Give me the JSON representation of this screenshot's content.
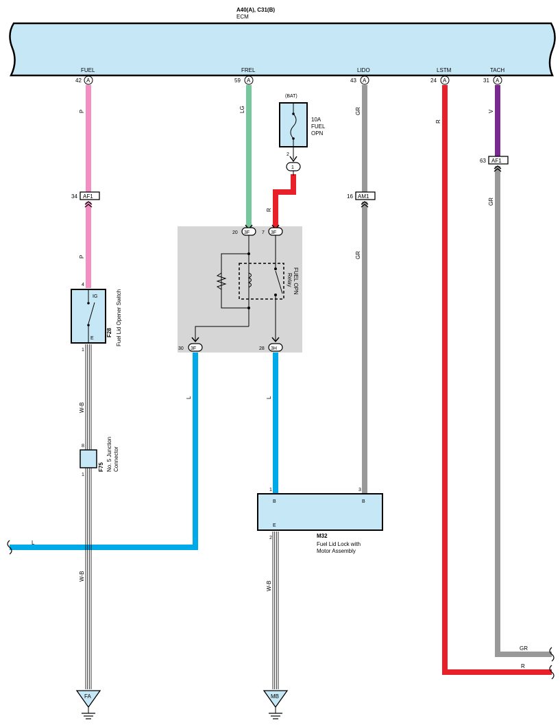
{
  "ecm": {
    "ref": "A40(A), C31(B)",
    "name": "ECM",
    "pins": [
      {
        "label": "FUEL",
        "num": "42",
        "conn": "A"
      },
      {
        "label": "FREL",
        "num": "59",
        "conn": "A"
      },
      {
        "label": "LIDO",
        "num": "43",
        "conn": "A"
      },
      {
        "label": "LSTM",
        "num": "24",
        "conn": "A"
      },
      {
        "label": "TACH",
        "num": "31",
        "conn": "A"
      }
    ]
  },
  "fuse": {
    "source": "(BAT)",
    "rating": "10A",
    "line1": "FUEL",
    "line2": "OPN",
    "pin": "2",
    "junction": "1"
  },
  "wire_colors": {
    "P": "#f48fc1",
    "LG": "#77c79c",
    "GR": "#999999",
    "R": "#e8202a",
    "V": "#7a2a8e",
    "L": "#00a9e8",
    "WB": "#000000"
  },
  "wire_labels": {
    "fuel_upper": "P",
    "fuel_lower": "P",
    "frel": "LG",
    "bat_relay": "R",
    "lido_upper": "GR",
    "lido_lower": "GR",
    "lstm": "R",
    "tach_upper": "V",
    "tach_lower": "GR",
    "switch_ground": "W-B",
    "junction_ground": "W-B",
    "relay_out_left": "L",
    "relay_out_right": "L",
    "left_bus": "L",
    "motor_ground": "W-B",
    "right_gr": "GR",
    "right_r": "R"
  },
  "inline_connectors": {
    "af1_fuel": {
      "num": "34",
      "name": "AF1"
    },
    "am1": {
      "num": "16",
      "name": "AM1"
    },
    "af1_tach": {
      "num": "63",
      "name": "AF1"
    }
  },
  "relay": {
    "name1": "FUEL OPN",
    "name2": "Relay",
    "pins": {
      "tl": {
        "num": "20",
        "name": "3F"
      },
      "tr": {
        "num": "7",
        "name": "3F"
      },
      "bl": {
        "num": "30",
        "name": "3F"
      },
      "br": {
        "num": "28",
        "name": "3H"
      }
    }
  },
  "switch": {
    "id": "F28",
    "name": "Fuel Lid Opener Switch",
    "pin_top": "4",
    "pin_bottom": "1",
    "label_top": "IG",
    "label_bottom": "E"
  },
  "junction": {
    "id": "F75",
    "name_line1": "No. 5 Junction",
    "name_line2": "Connector",
    "pin_top": "8",
    "pin_bottom": "1"
  },
  "motor": {
    "id": "M32",
    "name_line1": "Fuel Lid Lock with",
    "name_line2": "Motor Assembly",
    "pin1": "1",
    "pin3": "3",
    "pin2": "2",
    "label_b1": "B",
    "label_b2": "B",
    "label_e": "E"
  },
  "grounds": {
    "left": "FA",
    "right": "MB"
  }
}
